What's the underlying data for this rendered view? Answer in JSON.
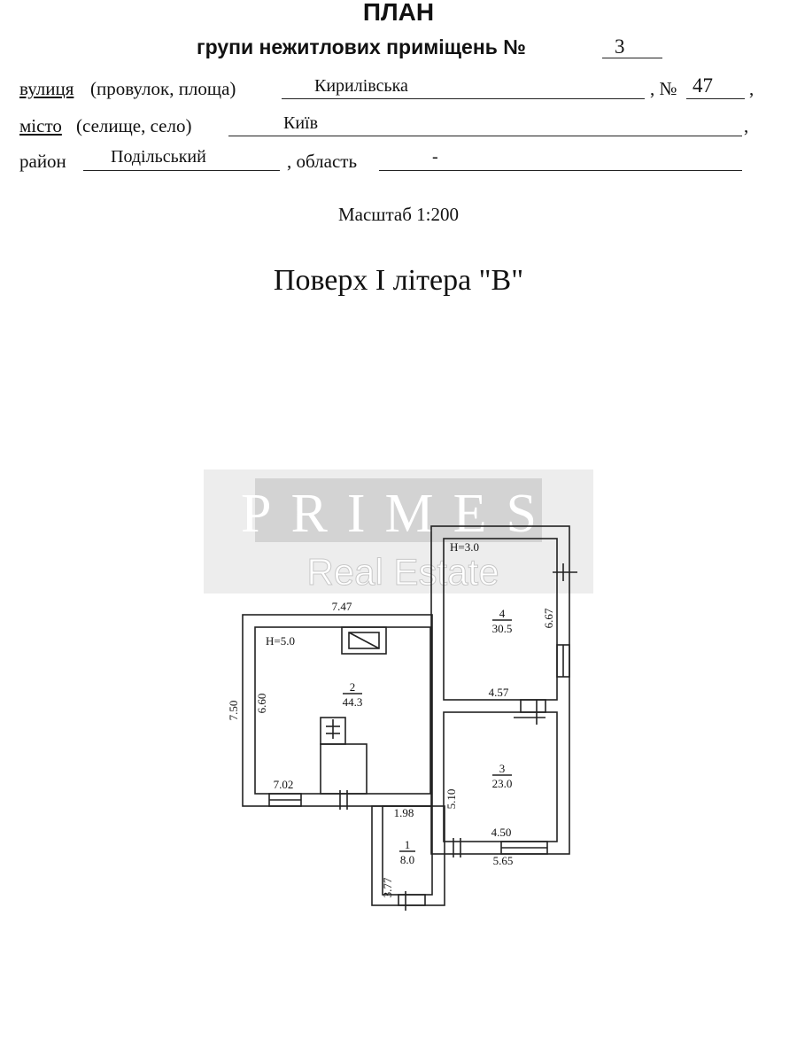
{
  "header": {
    "title": "ПЛАН",
    "subtitle": "групи нежитлових приміщень №",
    "group_number": "3"
  },
  "address": {
    "street_label": "вулиця",
    "street_label_rest": "(провулок, площа)",
    "street_value": "Кирилівська",
    "number_label": ", №",
    "number_value": "47",
    "comma": ",",
    "city_label": "місто",
    "city_label_rest": "(селище, село)",
    "city_value": "Київ",
    "district_label": "район",
    "district_value": "Подільський",
    "region_label": ", область",
    "region_value": "-"
  },
  "scale": "Масштаб 1:200",
  "floor_title": "Поверх І літера \"В\"",
  "watermark": {
    "brand": "PRIMES",
    "sub": "Real Estate"
  },
  "plan": {
    "heights": {
      "main": "H=5.0",
      "upper": "H=3.0"
    },
    "rooms": [
      {
        "number": "1",
        "area": "8.0"
      },
      {
        "number": "2",
        "area": "44.3"
      },
      {
        "number": "3",
        "area": "23.0"
      },
      {
        "number": "4",
        "area": "30.5"
      }
    ],
    "dimensions": {
      "top_left_width": "7.47",
      "left_outer_height": "7.50",
      "left_inner_height": "6.60",
      "bottom_inner_width": "7.02",
      "room1_width": "1.98",
      "room1_height": "3.77",
      "room4_width": "4.57",
      "room4_height": "6.67",
      "room3_height": "5.10",
      "room3_inner_width": "4.50",
      "room3_outer_width": "5.65"
    }
  }
}
